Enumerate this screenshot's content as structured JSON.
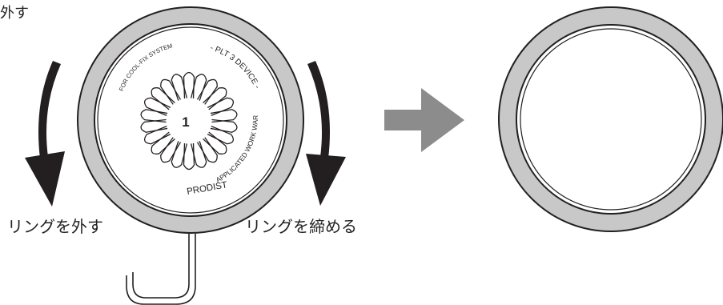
{
  "captions": {
    "top_left_fragment": "外す",
    "remove_ring": "リングを外す",
    "tighten_ring": "リングを締める"
  },
  "device_face": {
    "center_number": "1",
    "brand": "PRODIST",
    "arc_applicated": "APPLICATED WORK WARE",
    "arc_device": "- PLT 3 DEVICE -",
    "arc_system": "FOR COOL-FIX SYSTEM"
  },
  "colors": {
    "ring_gray": "#c8c8c8",
    "ink": "#231f20",
    "arrow_gray": "#8c8c8c"
  },
  "icons": {
    "left_arrow": "curved-arrow-counterclockwise-icon",
    "right_arrow": "curved-arrow-clockwise-icon",
    "middle_arrow": "right-arrow-icon"
  }
}
